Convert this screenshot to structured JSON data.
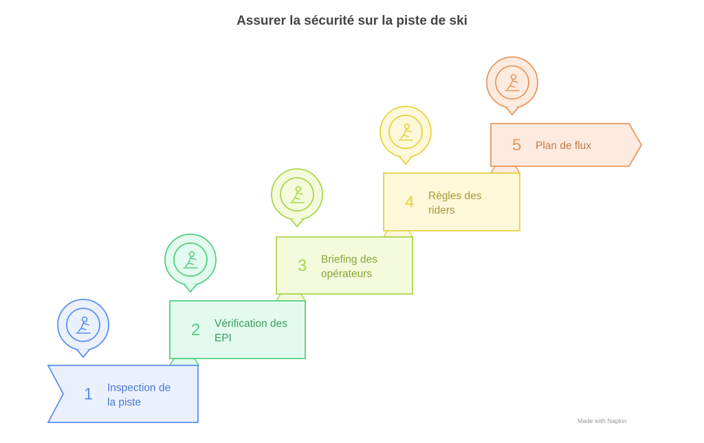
{
  "title": "Assurer la sécurité sur la piste de ski",
  "steps": [
    {
      "number": "1",
      "line1": "Inspection de",
      "line2": "la piste",
      "icon": "skier-inspection-icon",
      "stroke": "#5b8def",
      "fill": "#eaf1fd",
      "text": "#4a78d8"
    },
    {
      "number": "2",
      "line1": "Vérification des",
      "line2": "EPI",
      "icon": "goggles-person-icon",
      "stroke": "#52cf82",
      "fill": "#e3fbee",
      "text": "#3a9a5e"
    },
    {
      "number": "3",
      "line1": "Briefing des",
      "line2": "opérateurs",
      "icon": "team-briefing-icon",
      "stroke": "#a9d64c",
      "fill": "#f3fbdc",
      "text": "#86a636"
    },
    {
      "number": "4",
      "line1": "Règles des",
      "line2": "riders",
      "icon": "snowboarder-icon",
      "stroke": "#e5d23c",
      "fill": "#fdf8d9",
      "text": "#a89a36"
    },
    {
      "number": "5",
      "line1": "Plan de flux",
      "line2": "",
      "icon": "cross-country-skier-icon",
      "stroke": "#e8975c",
      "fill": "#fdebe0",
      "text": "#bf7a4a"
    }
  ],
  "watermark": "Made with Napkin"
}
